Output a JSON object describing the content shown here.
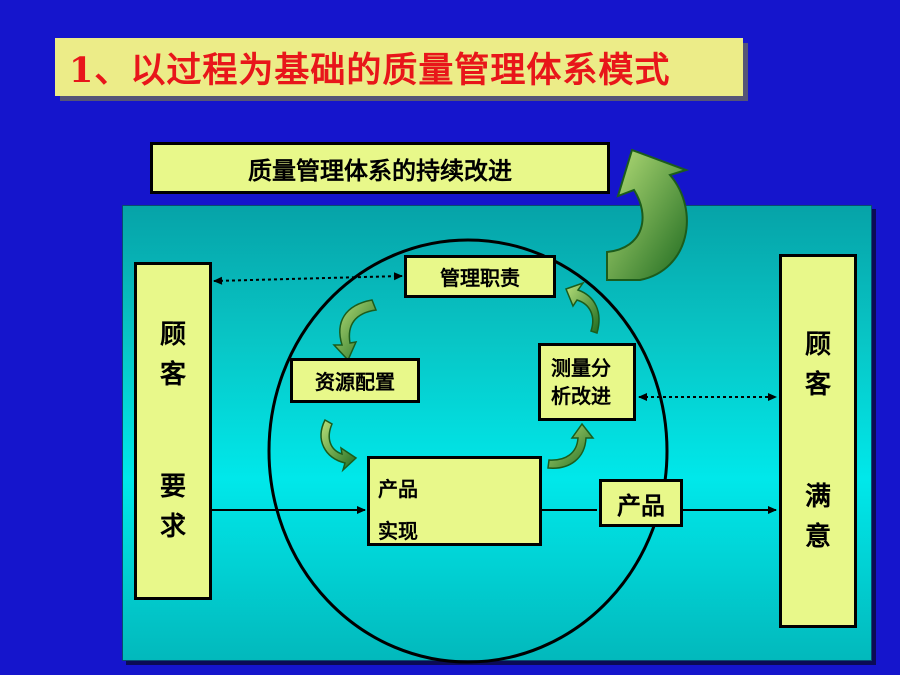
{
  "title": "1、以过程为基础的质量管理体系模式",
  "top_box": "质量管理体系的持续改进",
  "left": {
    "chars": [
      "顾",
      "客",
      "要",
      "求"
    ]
  },
  "right": {
    "chars": [
      "顾",
      "客",
      "满",
      "意"
    ]
  },
  "nodes": {
    "management": "管理职责",
    "resources": "资源配置",
    "measurement_line1": "测量分",
    "measurement_line2": "析改进",
    "realization_line1": "产品",
    "realization_line2": "实现",
    "product": "产品"
  },
  "colors": {
    "background": "#1515cc",
    "box_fill": "#e8f88a",
    "title_text": "#e8161a",
    "arrow_green": "#2e7d2e",
    "panel": "#08c6c6"
  }
}
